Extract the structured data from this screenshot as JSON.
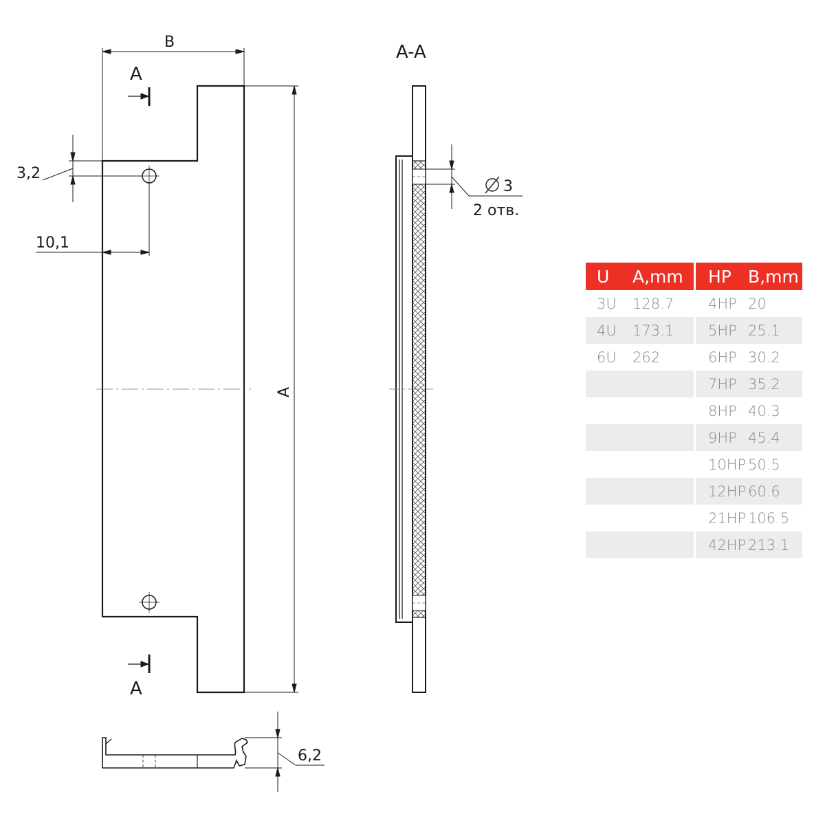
{
  "dimensions": {
    "width_label": "B",
    "height_label": "A",
    "hole_offset_vertical": "3,2",
    "hole_offset_horizontal": "10,1",
    "profile_height": "6,2",
    "hole_diameter": "3",
    "hole_count": "2 отв.",
    "section_mark": "A",
    "section_title": "A-A"
  },
  "table": {
    "headers": {
      "u": "U",
      "a": "A,mm",
      "hp": "HP",
      "b": "B,mm"
    },
    "rows": [
      {
        "u": "3U",
        "a": "128.7",
        "hp": "4HP",
        "b": "20"
      },
      {
        "u": "4U",
        "a": "173.1",
        "hp": "5HP",
        "b": "25.1"
      },
      {
        "u": "6U",
        "a": "262",
        "hp": "6HP",
        "b": "30.2"
      },
      {
        "u": "",
        "a": "",
        "hp": "7HP",
        "b": "35.2"
      },
      {
        "u": "",
        "a": "",
        "hp": "8HP",
        "b": "40.3"
      },
      {
        "u": "",
        "a": "",
        "hp": "9HP",
        "b": "45.4"
      },
      {
        "u": "",
        "a": "",
        "hp": "10HP",
        "b": "50.5"
      },
      {
        "u": "",
        "a": "",
        "hp": "12HP",
        "b": "60.6"
      },
      {
        "u": "",
        "a": "",
        "hp": "21HP",
        "b": "106.5"
      },
      {
        "u": "",
        "a": "",
        "hp": "42HP",
        "b": "213.1"
      }
    ]
  },
  "colors": {
    "header_bg": "#ee3024",
    "header_text": "#ffffff",
    "stripe": "#ececec",
    "cell_text": "#8a8a8a",
    "line": "#1a1a1a"
  }
}
